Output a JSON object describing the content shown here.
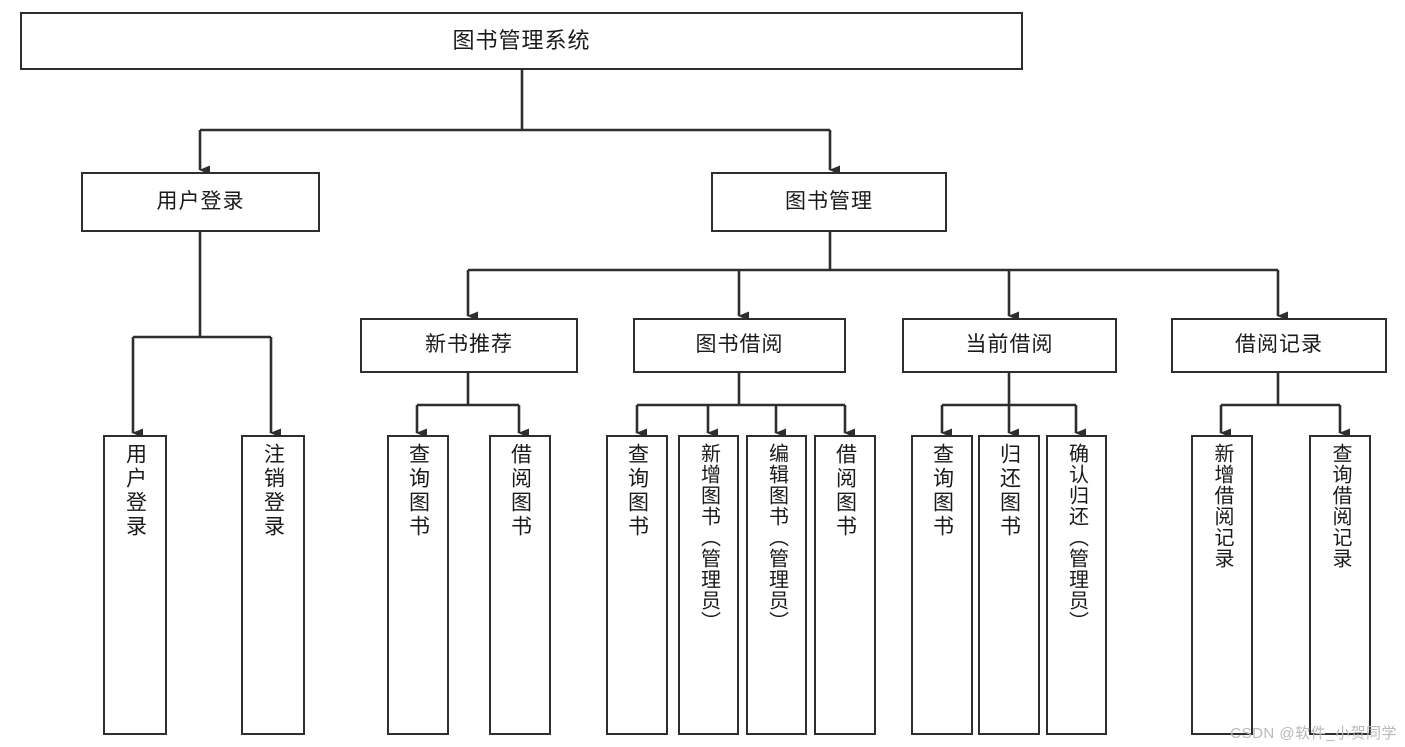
{
  "diagram": {
    "title": "图书管理系统",
    "type": "tree-hierarchy-chart",
    "watermark": "CSDN @软件_小贺同学",
    "colors": {
      "box_border": "#2e2e2e",
      "box_fill": "#ffffff",
      "connector": "#2e2e2e",
      "text": "#1a1a1a",
      "background": "#ffffff",
      "watermark": "#b9b9b9"
    },
    "root": {
      "label": "图书管理系统"
    },
    "level2": [
      {
        "label": "用户登录"
      },
      {
        "label": "图书管理"
      }
    ],
    "level3": [
      {
        "label": "新书推荐"
      },
      {
        "label": "图书借阅"
      },
      {
        "label": "当前借阅"
      },
      {
        "label": "借阅记录"
      }
    ],
    "leaves": {
      "user_login": [
        {
          "label": "用户登录"
        },
        {
          "label": "注销登录"
        }
      ],
      "new_book_recommend": [
        {
          "label": "查询图书"
        },
        {
          "label": "借阅图书"
        }
      ],
      "book_borrow": [
        {
          "label": "查询图书"
        },
        {
          "label": "新增图书（管理员）"
        },
        {
          "label": "编辑图书（管理员）"
        },
        {
          "label": "借阅图书"
        }
      ],
      "current_borrow": [
        {
          "label": "查询图书"
        },
        {
          "label": "归还图书"
        },
        {
          "label": "确认归还（管理员）"
        }
      ],
      "borrow_record": [
        {
          "label": "新增借阅记录"
        },
        {
          "label": "查询借阅记录"
        }
      ]
    }
  }
}
